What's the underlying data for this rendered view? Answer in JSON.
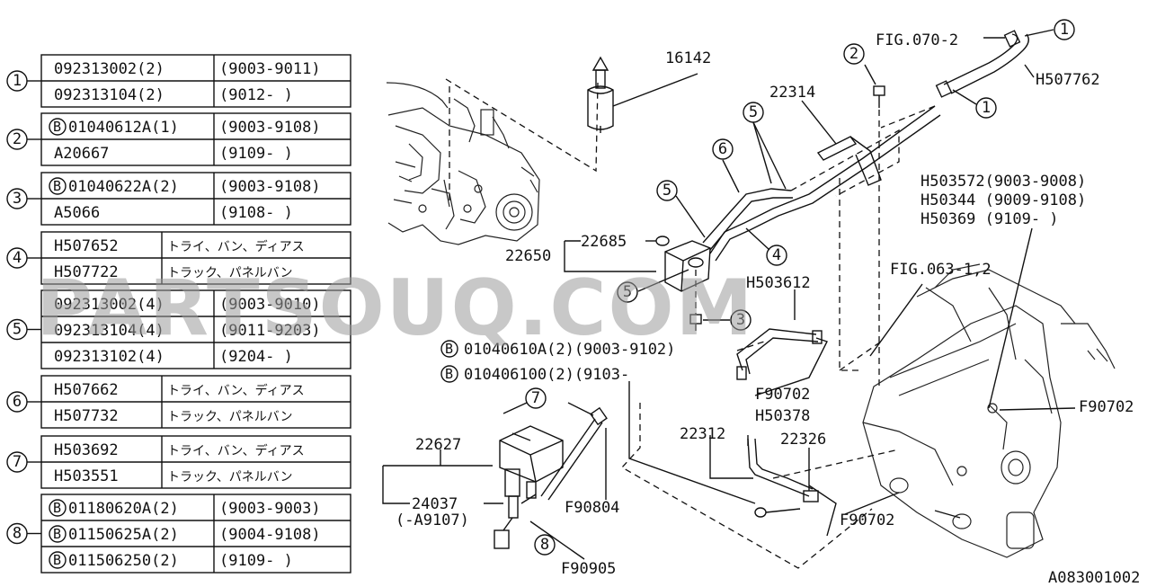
{
  "watermark": "PARTSOUQ.COM",
  "diagram_id": "A083001002",
  "legend": [
    {
      "num": "1",
      "rows": [
        {
          "b": false,
          "part": "092313002(2)",
          "range": "(9003-9011)"
        },
        {
          "b": false,
          "part": "092313104(2)",
          "range": "(9012-      )"
        }
      ]
    },
    {
      "num": "2",
      "rows": [
        {
          "b": true,
          "part": "01040612A(1)",
          "range": "(9003-9108)"
        },
        {
          "b": false,
          "part": "A20667",
          "range": "(9109-      )"
        }
      ]
    },
    {
      "num": "3",
      "rows": [
        {
          "b": true,
          "part": "01040622A(2)",
          "range": "(9003-9108)"
        },
        {
          "b": false,
          "part": "A5066",
          "range": "(9108-      )"
        }
      ]
    },
    {
      "num": "4",
      "rows": [
        {
          "b": false,
          "part": "H507652",
          "range": "トライ、バン、ディアス"
        },
        {
          "b": false,
          "part": "H507722",
          "range": "トラック、パネルバン"
        }
      ]
    },
    {
      "num": "5",
      "rows": [
        {
          "b": false,
          "part": "092313002(4)",
          "range": "(9003-9010)"
        },
        {
          "b": false,
          "part": "092313104(4)",
          "range": "(9011-9203)"
        },
        {
          "b": false,
          "part": "092313102(4)",
          "range": "(9204-      )"
        }
      ]
    },
    {
      "num": "6",
      "rows": [
        {
          "b": false,
          "part": "H507662",
          "range": "トライ、バン、ディアス"
        },
        {
          "b": false,
          "part": "H507732",
          "range": "トラック、パネルバン"
        }
      ]
    },
    {
      "num": "7",
      "rows": [
        {
          "b": false,
          "part": "H503692",
          "range": "トライ、バン、ディアス"
        },
        {
          "b": false,
          "part": "H503551",
          "range": "トラック、パネルバン"
        }
      ]
    },
    {
      "num": "8",
      "rows": [
        {
          "b": true,
          "part": "01180620A(2)",
          "range": "(9003-9003)"
        },
        {
          "b": true,
          "part": "01150625A(2)",
          "range": "(9004-9108)"
        },
        {
          "b": true,
          "part": "011506250(2)",
          "range": "(9109-      )"
        }
      ]
    }
  ],
  "labels": {
    "p16142": "16142",
    "fig070": "FIG.070-2",
    "h507762": "H507762",
    "p22314": "22314",
    "p22685": "22685",
    "p22650": "22650",
    "h503572": "H503572(9003-9008)",
    "h50344": "H50344  (9009-9108)",
    "h50369": "H50369  (9109-      )",
    "fig063": "FIG.063-1,2",
    "h503612": "H503612",
    "b1": "01040610A(2)(9003-9102)",
    "b2": "010406100(2)(9103-",
    "f90702a": "F90702",
    "h50378": "H50378",
    "f90702b": "F90702",
    "p22312": "22312",
    "p22326": "22326",
    "f90702c": "F90702",
    "p22627": "22627",
    "p24037": "24037",
    "p24037s": "(-A9107)",
    "f90804": "F90804",
    "f90905": "F90905"
  },
  "b_mark": "B"
}
